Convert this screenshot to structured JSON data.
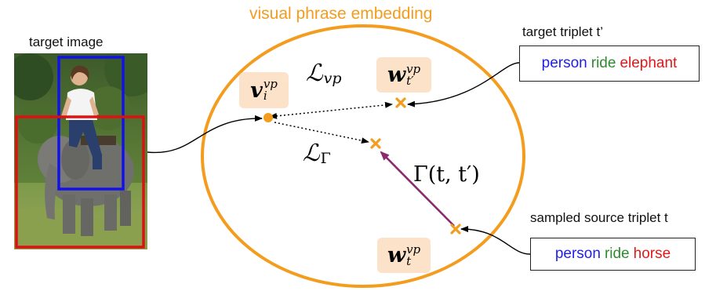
{
  "title": "visual phrase embedding",
  "target_image": {
    "label": "target image",
    "alt": "person riding an elephant"
  },
  "target_triplet": {
    "label": "target triplet t’",
    "subject": "person",
    "predicate": "ride",
    "object": "elephant"
  },
  "source_triplet": {
    "label": "sampled source triplet t",
    "subject": "person",
    "predicate": "ride",
    "object": "horse"
  },
  "nodes": {
    "v_i": {
      "base": "v",
      "sup": "vp",
      "sub": "i"
    },
    "w_t_prime": {
      "base": "w",
      "sup": "vp",
      "sub": "t′"
    },
    "w_t": {
      "base": "w",
      "sup": "vp",
      "sub": "t"
    }
  },
  "losses": {
    "l_vp": {
      "base": "ℒ",
      "sub": "vp"
    },
    "l_gamma": {
      "base": "ℒ",
      "sub": "Γ"
    }
  },
  "transform": "Γ(t, t′)",
  "colors": {
    "ellipse": "#f39c1e",
    "subject": "#1f1fe6",
    "predicate": "#2e8b2e",
    "object": "#e01919",
    "gamma_arrow": "#8b2a6e",
    "chip": "#fbe2c9"
  }
}
